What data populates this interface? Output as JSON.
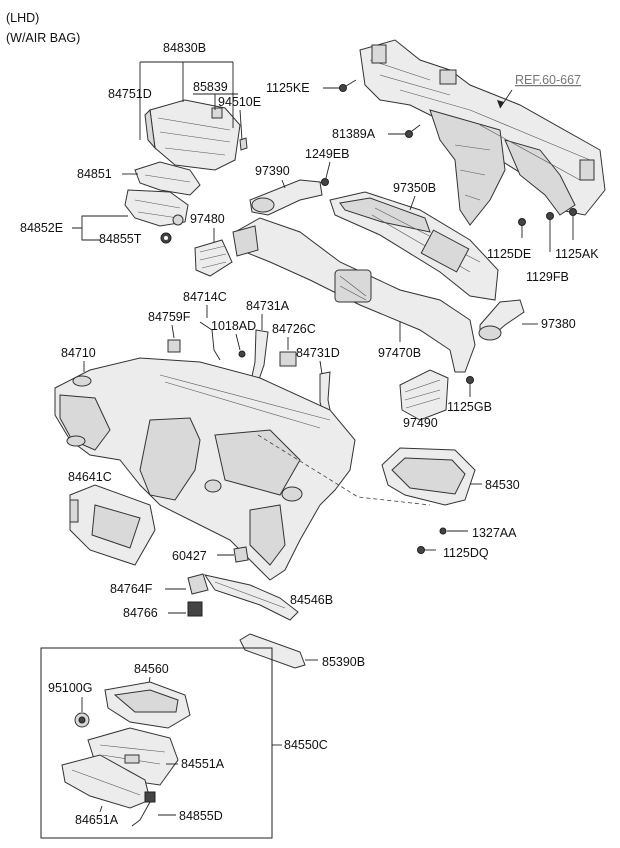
{
  "header": {
    "line1": "(LHD)",
    "line2": "(W/AIR BAG)"
  },
  "reference": "REF.60-667",
  "parts": {
    "p84830B": "84830B",
    "p85839": "85839",
    "p84751D": "84751D",
    "p94510E": "94510E",
    "p1125KE": "1125KE",
    "p81389A": "81389A",
    "p1249EB": "1249EB",
    "p97390": "97390",
    "p84851": "84851",
    "p97350B": "97350B",
    "p84852E": "84852E",
    "p84855T": "84855T",
    "p97480": "97480",
    "p1125DE": "1125DE",
    "p1125AK": "1125AK",
    "p1129FB": "1129FB",
    "p84714C": "84714C",
    "p84731A": "84731A",
    "p84759F": "84759F",
    "p1018AD": "1018AD",
    "p84726C": "84726C",
    "p97380": "97380",
    "p84710": "84710",
    "p84731D": "84731D",
    "p97470B": "97470B",
    "p1125GB": "1125GB",
    "p97490": "97490",
    "p84641C": "84641C",
    "p84530": "84530",
    "p1327AA": "1327AA",
    "p1125DQ": "1125DQ",
    "p60427": "60427",
    "p84764F": "84764F",
    "p84546B": "84546B",
    "p84766": "84766",
    "p85390B": "85390B",
    "p84560": "84560",
    "p95100G": "95100G",
    "p84550C": "84550C",
    "p84551A": "84551A",
    "p84651A": "84651A",
    "p84855D": "84855D"
  }
}
